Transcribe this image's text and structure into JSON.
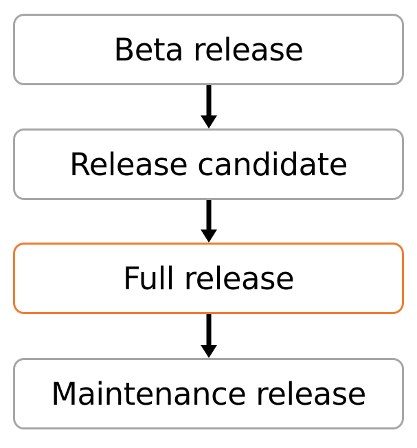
{
  "diagram": {
    "type": "flowchart",
    "orientation": "vertical-top-to-bottom",
    "title_visible": false,
    "colors": {
      "node_border_default": "#A6A6A6",
      "node_border_highlight": "#ED7D31",
      "node_fill": "#FFFFFF",
      "text": "#000000",
      "arrow": "#000000",
      "background": "#FFFFFF"
    },
    "nodes": [
      {
        "id": "beta-release",
        "label": "Beta release",
        "highlighted": false
      },
      {
        "id": "release-candidate",
        "label": "Release candidate",
        "highlighted": false
      },
      {
        "id": "full-release",
        "label": "Full release",
        "highlighted": true
      },
      {
        "id": "maintenance-release",
        "label": "Maintenance release",
        "highlighted": false
      }
    ],
    "connectors": [
      {
        "id": "arrow-1",
        "from": "beta-release",
        "to": "release-candidate",
        "style": "solid-arrow-down",
        "label": ""
      },
      {
        "id": "arrow-2",
        "from": "release-candidate",
        "to": "full-release",
        "style": "solid-arrow-down",
        "label": ""
      },
      {
        "id": "arrow-3",
        "from": "full-release",
        "to": "maintenance-release",
        "style": "solid-arrow-down",
        "label": ""
      }
    ]
  }
}
